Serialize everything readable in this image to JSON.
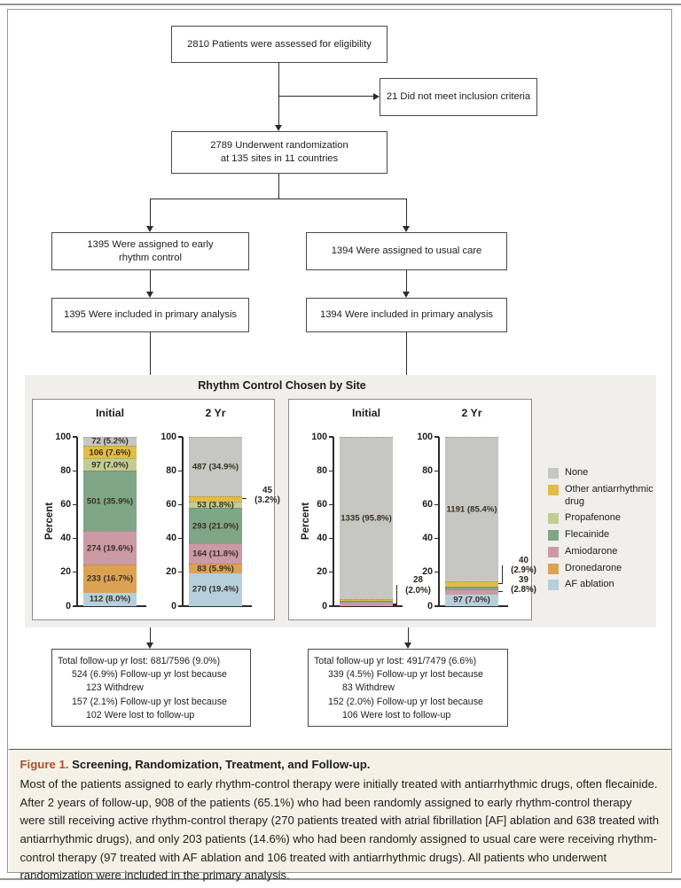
{
  "flow": {
    "eligibility": "2810 Patients were assessed for eligibility",
    "exclusion": "21 Did not meet inclusion criteria",
    "randomization": [
      "2789 Underwent randomization",
      "at 135 sites in 11 countries"
    ],
    "assigned_early": [
      "1395 Were assigned to early",
      "rhythm control"
    ],
    "assigned_usual": "1394 Were assigned to usual care",
    "included_early": "1395 Were included in primary analysis",
    "included_usual": "1394 Were included in primary analysis",
    "followup_early": [
      "Total follow-up yr lost: 681/7596 (9.0%)",
      "524 (6.9%) Follow-up yr lost because",
      "123 Withdrew",
      "157 (2.1%) Follow-up yr lost because",
      "102 Were lost to follow-up"
    ],
    "followup_usual": [
      "Total follow-up yr lost: 491/7479 (6.6%)",
      "339 (4.5%) Follow-up yr lost because",
      "83 Withdrew",
      "152 (2.0%) Follow-up yr lost because",
      "106 Were lost to follow-up"
    ]
  },
  "chart_data": {
    "type": "bar",
    "stacked": true,
    "title": "Rhythm Control Chosen by Site",
    "ylabel": "Percent",
    "ylim": [
      0,
      100
    ],
    "yticks": [
      0,
      20,
      40,
      60,
      80,
      100
    ],
    "legend_position": "right",
    "legend": [
      {
        "label": "None",
        "color": "#c6c6c3"
      },
      {
        "label": "Other antiarrhythmic drug",
        "color": "#e2bd45"
      },
      {
        "label": "Propafenone",
        "color": "#c2cd92"
      },
      {
        "label": "Flecainide",
        "color": "#7ea687"
      },
      {
        "label": "Amiodarone",
        "color": "#cb9aa5"
      },
      {
        "label": "Dronedarone",
        "color": "#dca254"
      },
      {
        "label": "AF ablation",
        "color": "#b6cfdc"
      }
    ],
    "panels": [
      {
        "id": "left-panel",
        "bars": [
          {
            "label": "Initial",
            "segments": [
              {
                "key": "AF ablation",
                "pct": 8.0,
                "label": "112 (8.0%)"
              },
              {
                "key": "Dronedarone",
                "pct": 16.7,
                "label": "233 (16.7%)"
              },
              {
                "key": "Amiodarone",
                "pct": 19.6,
                "label": "274 (19.6%)"
              },
              {
                "key": "Flecainide",
                "pct": 35.9,
                "label": "501 (35.9%)"
              },
              {
                "key": "Propafenone",
                "pct": 7.0,
                "label": "97 (7.0%)"
              },
              {
                "key": "Other antiarrhythmic drug",
                "pct": 7.6,
                "label": "106 (7.6%)"
              },
              {
                "key": "None",
                "pct": 5.2,
                "label": "72 (5.2%)"
              }
            ]
          },
          {
            "label": "2 Yr",
            "segments": [
              {
                "key": "AF ablation",
                "pct": 19.4,
                "label": "270 (19.4%)"
              },
              {
                "key": "Dronedarone",
                "pct": 5.9,
                "label": "83 (5.9%)"
              },
              {
                "key": "Amiodarone",
                "pct": 11.8,
                "label": "164 (11.8%)"
              },
              {
                "key": "Flecainide",
                "pct": 21.0,
                "label": "293 (21.0%)"
              },
              {
                "key": "Propafenone",
                "pct": 3.8,
                "label": "53 (3.8%)"
              },
              {
                "key": "Other antiarrhythmic drug",
                "pct": 3.2,
                "outside": {
                  "lines": [
                    "45",
                    "(3.2%)"
                  ],
                  "dy": -4
                }
              },
              {
                "key": "None",
                "pct": 34.9,
                "label": "487 (34.9%)"
              }
            ]
          }
        ]
      },
      {
        "id": "right-panel",
        "bars": [
          {
            "label": "Initial",
            "segments": [
              {
                "key": "Amiodarone",
                "pct": 2.0,
                "outside": {
                  "lines": [
                    "28",
                    "(2.0%)"
                  ],
                  "dy": -22
                }
              },
              {
                "key": "Flecainide",
                "pct": 1.4
              },
              {
                "key": "Other antiarrhythmic drug",
                "pct": 0.8
              },
              {
                "key": "None",
                "pct": 95.8,
                "label": "1335 (95.8%)"
              }
            ]
          },
          {
            "label": "2 Yr",
            "segments": [
              {
                "key": "AF ablation",
                "pct": 7.0,
                "label": "97 (7.0%)"
              },
              {
                "key": "Amiodarone",
                "pct": 2.8,
                "outside": {
                  "lines": [
                    "39",
                    "(2.8%)"
                  ],
                  "dy": -8
                }
              },
              {
                "key": "Flecainide",
                "pct": 1.5
              },
              {
                "key": "Propafenone",
                "pct": 0.4
              },
              {
                "key": "Other antiarrhythmic drug",
                "pct": 2.9,
                "outside": {
                  "lines": [
                    "40",
                    "(2.9%)"
                  ],
                  "dy": -21
                }
              },
              {
                "key": "None",
                "pct": 85.4,
                "label": "1191 (85.4%)"
              }
            ]
          }
        ]
      }
    ]
  },
  "caption": {
    "label": "Figure 1.",
    "title": "Screening, Randomization, Treatment, and Follow-up.",
    "body": "Most of the patients assigned to early rhythm-control therapy were initially treated with antiarrhythmic drugs, often flecainide. After 2 years of follow-up, 908 of the patients (65.1%) who had been randomly assigned to early rhythm-control therapy were still receiving active rhythm-control therapy (270 patients treated with atrial fibrillation [AF] ablation and 638 treated with antiarrhythmic drugs), and only 203 patients (14.6%) who had been randomly assigned to usual care were receiving rhythm-control therapy (97 treated with AF ablation and 106 treated with antiarrhythmic drugs). All patients who underwent randomization were included in the primary analysis."
  }
}
